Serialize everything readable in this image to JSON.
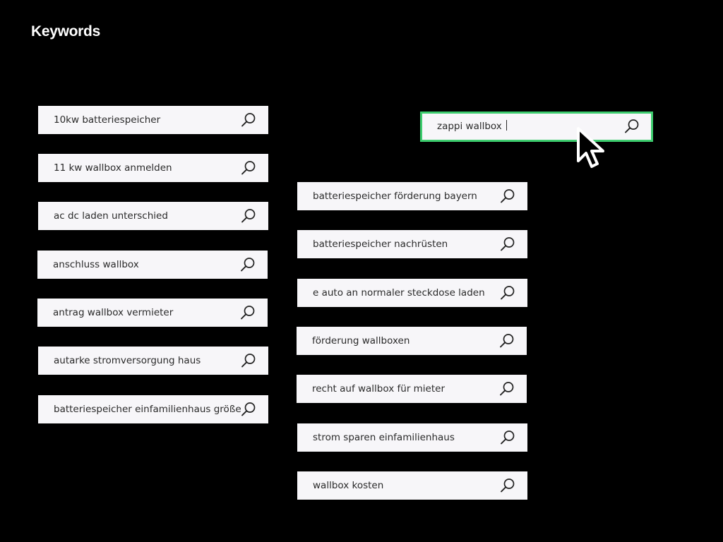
{
  "page": {
    "title": "Keywords"
  },
  "colors": {
    "background": "#000000",
    "box": "#f7f6f9",
    "text": "#2a2a2a",
    "active_border": "#3dcc6e"
  },
  "search": {
    "value": "zappi wallbox",
    "icon": "search-icon"
  },
  "keywords_left": [
    {
      "label": "10kw batteriespeicher"
    },
    {
      "label": "11 kw wallbox anmelden"
    },
    {
      "label": "ac dc laden unterschied"
    },
    {
      "label": "anschluss wallbox"
    },
    {
      "label": "antrag wallbox vermieter"
    },
    {
      "label": "autarke stromversorgung haus"
    },
    {
      "label": "batteriespeicher einfamilienhaus größe"
    }
  ],
  "keywords_right": [
    {
      "label": "batteriespeicher förderung bayern"
    },
    {
      "label": "batteriespeicher nachrüsten"
    },
    {
      "label": "e auto an normaler steckdose laden"
    },
    {
      "label": "förderung wallboxen"
    },
    {
      "label": "recht auf wallbox für mieter"
    },
    {
      "label": "strom sparen einfamilienhaus"
    },
    {
      "label": "wallbox kosten"
    }
  ],
  "icons": {
    "keyword_action": "search-icon",
    "pointer": "mouse-pointer-icon"
  }
}
